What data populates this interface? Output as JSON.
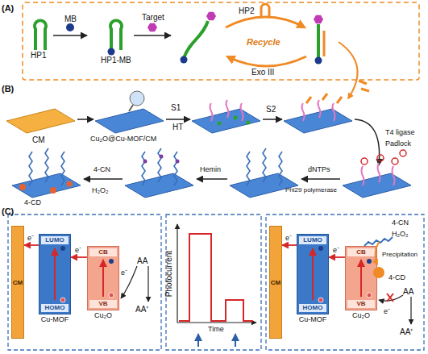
{
  "diagram": {
    "nodes": [
      {
        "text": [
          "CM"
        ]
      },
      {
        "text": [
          "LUMO",
          "HOMO",
          "Cu-MOF"
        ]
      },
      {
        "text": [
          "CB",
          "VB",
          "Cu₂O"
        ]
      },
      {
        "text": [
          "CM"
        ]
      },
      {
        "text": [
          "LUMO",
          "HOMO",
          "Cu-MOF"
        ]
      },
      {
        "text": [
          "CB",
          "VB",
          "Cu₂O"
        ]
      }
    ],
    "edges": [
      {
        "from": 1,
        "to": 0,
        "label": "e⁻",
        "arrow": "to"
      },
      {
        "from": 2,
        "to": 1,
        "label": "e⁻",
        "arrow": "to"
      },
      {
        "from": 4,
        "to": 3,
        "label": "e⁻",
        "arrow": "to"
      },
      {
        "from": 5,
        "to": 4,
        "label": "e⁻",
        "arrow": "to"
      }
    ],
    "labels": [
      "(A)",
      "HP1",
      "MB",
      "HP1-MB",
      "Target",
      "HP2",
      "Recycle",
      "Exo III",
      "(B)",
      "CM",
      "Cu₂O@Cu-MOF/CM",
      "S1",
      "HT",
      "S2",
      "T4 ligase",
      "Padlock",
      "dNTPs",
      "Phi29 polymerase",
      "Hemin",
      "4-CN",
      "H₂O₂",
      "4-CD",
      "(C)",
      "e⁻",
      "AA",
      "AA⁺",
      "Photocurrent",
      "Time",
      "4-CN",
      "H₂O₂",
      "Precipitation",
      "4-CD",
      "e⁻",
      "AA",
      "AA⁺"
    ]
  }
}
